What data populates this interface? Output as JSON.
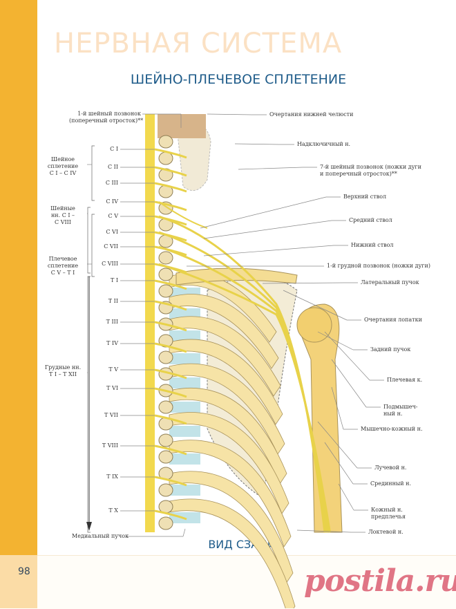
{
  "page": {
    "number": "98",
    "section_title": "НЕРВНАЯ СИСТЕМА",
    "figure_title": "ШЕЙНО-ПЛЕЧЕВОЕ СПЛЕТЕНИЕ",
    "view_caption": "ВИД СЗАДИ",
    "watermark": "postila.ru"
  },
  "colors": {
    "sidebar": "#f3b331",
    "title": "#fbe1c4",
    "subtitle": "#1f5c8a",
    "nerve": "#e8d24a",
    "bone": "#f5df9c",
    "cartilage": "#a9d8df"
  },
  "left_labels": {
    "spinal_nerves": [
      "C I",
      "C II",
      "C III",
      "C IV",
      "C V",
      "C VI",
      "C VII",
      "C VIII",
      "T I",
      "T II",
      "T III",
      "T IV",
      "T V",
      "T VI",
      "T VII",
      "T VIII",
      "T IX",
      "T X"
    ],
    "first_cervical": "1-й шейный позвонок\n(поперечный отросток)**",
    "groups": [
      {
        "label": "Шейное\nсплетение\nC I – C IV"
      },
      {
        "label": "Шейные\nнн. C I –\nC VIII"
      },
      {
        "label": "Плечевое\nсплетение\nC V – T I"
      },
      {
        "label": "Грудные нн.\nT I – T XII"
      }
    ],
    "medial_cord": "Медиальный пучок"
  },
  "right_labels": [
    "Очертания нижней челюсти",
    "Надключичный н.",
    "7-й шейный позвонок (ножки дуги\nи поперечный отросток)**",
    "Верхний ствол",
    "Средний ствол",
    "Нижний ствол",
    "1-й грудной позвонок (ножки дуги)",
    "Латеральный пучок",
    "Очертания лопатки",
    "Задний пучок",
    "Плечевая к.",
    "Подмышеч-\nный н.",
    "Мышечно-кожный н.",
    "Лучевой н.",
    "Срединный н.",
    "Кожный н.\nпредплечья",
    "Локтевой н."
  ]
}
